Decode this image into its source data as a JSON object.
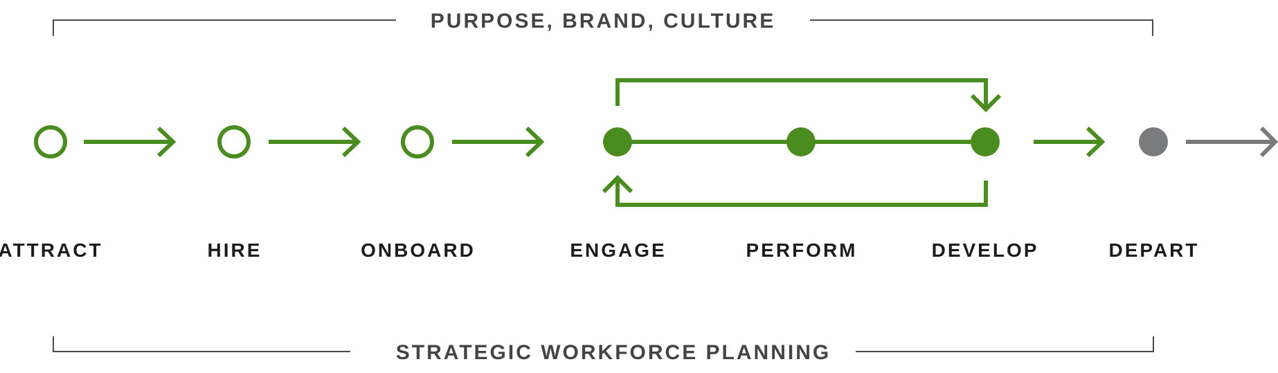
{
  "top_bracket": {
    "label": "PURPOSE, BRAND, CULTURE"
  },
  "bottom_bracket": {
    "label": "STRATEGIC WORKFORCE PLANNING"
  },
  "stages": [
    {
      "id": "attract",
      "label": "ATTRACT",
      "node_style": "open"
    },
    {
      "id": "hire",
      "label": "HIRE",
      "node_style": "open"
    },
    {
      "id": "onboard",
      "label": "ONBOARD",
      "node_style": "open"
    },
    {
      "id": "engage",
      "label": "ENGAGE",
      "node_style": "filled"
    },
    {
      "id": "perform",
      "label": "PERFORM",
      "node_style": "filled"
    },
    {
      "id": "develop",
      "label": "DEVELOP",
      "node_style": "filled"
    },
    {
      "id": "depart",
      "label": "DEPART",
      "node_style": "gray"
    }
  ],
  "colors": {
    "accent_green": "#4a8c1f",
    "neutral_gray": "#7a7b7c",
    "bracket_gray": "#4a4a4a",
    "label_dark": "#1c1c1c"
  }
}
